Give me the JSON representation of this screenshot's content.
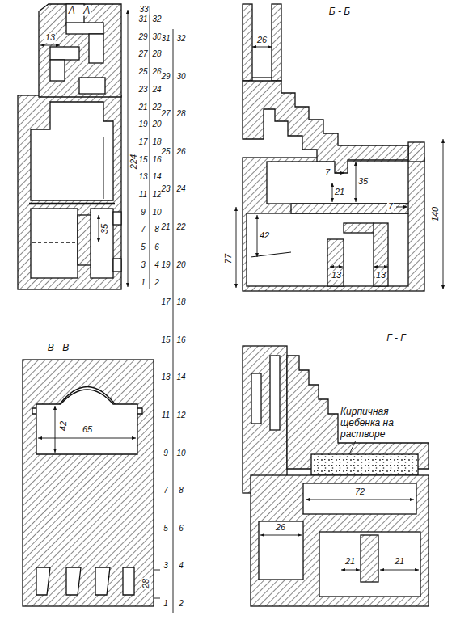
{
  "diagram": {
    "labels": [
      "А - А",
      "13",
      "224",
      "35",
      "33",
      "31",
      "32",
      "29",
      "30",
      "27",
      "28",
      "25",
      "26",
      "23",
      "24",
      "21",
      "22",
      "19",
      "20",
      "17",
      "18",
      "15",
      "16",
      "13",
      "14",
      "11",
      "12",
      "9",
      "10",
      "7",
      "8",
      "5",
      "6",
      "3",
      "4",
      "1",
      "2",
      "Б - Б",
      "26",
      "7",
      "21",
      "35",
      "7",
      "140",
      "77",
      "42",
      "13",
      "13",
      "В - В",
      "42",
      "65",
      "28",
      "31",
      "32",
      "29",
      "30",
      "27",
      "28",
      "25",
      "26",
      "23",
      "24",
      "21",
      "22",
      "19",
      "20",
      "17",
      "18",
      "15",
      "16",
      "13",
      "14",
      "11",
      "12",
      "9",
      "10",
      "7",
      "8",
      "5",
      "6",
      "3",
      "4",
      "1",
      "2",
      "Г - Г",
      "Кирпичная щебенка на растворе",
      "72",
      "26",
      "21",
      "21"
    ]
  }
}
